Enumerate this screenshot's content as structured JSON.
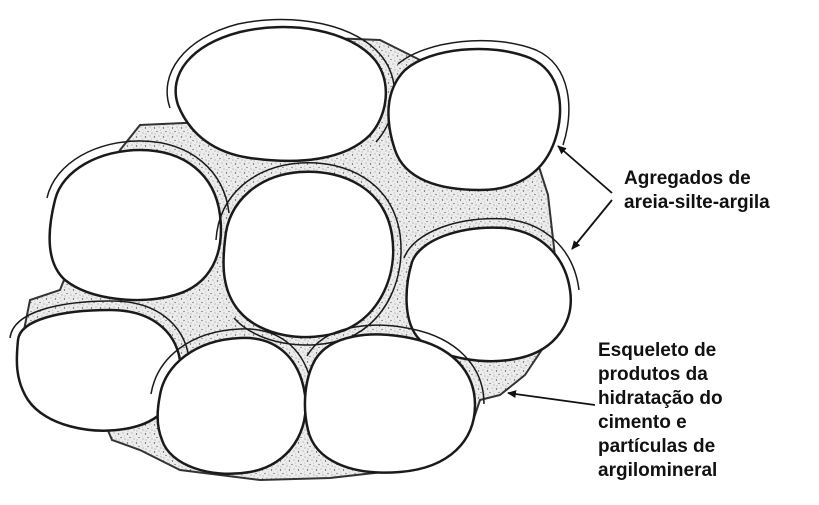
{
  "labels": {
    "aggregates": [
      "Agregados de",
      "areia-silte-argila"
    ],
    "skeleton": [
      "Esqueleto de",
      "produtos da",
      "hidratação do",
      "cimento e",
      "partículas de",
      "argilomineral"
    ]
  },
  "colors": {
    "ink": "#1a1a1a",
    "cement_fill": "#e9e9e9",
    "aggregate_fill": "#ffffff",
    "background": "#ffffff"
  }
}
